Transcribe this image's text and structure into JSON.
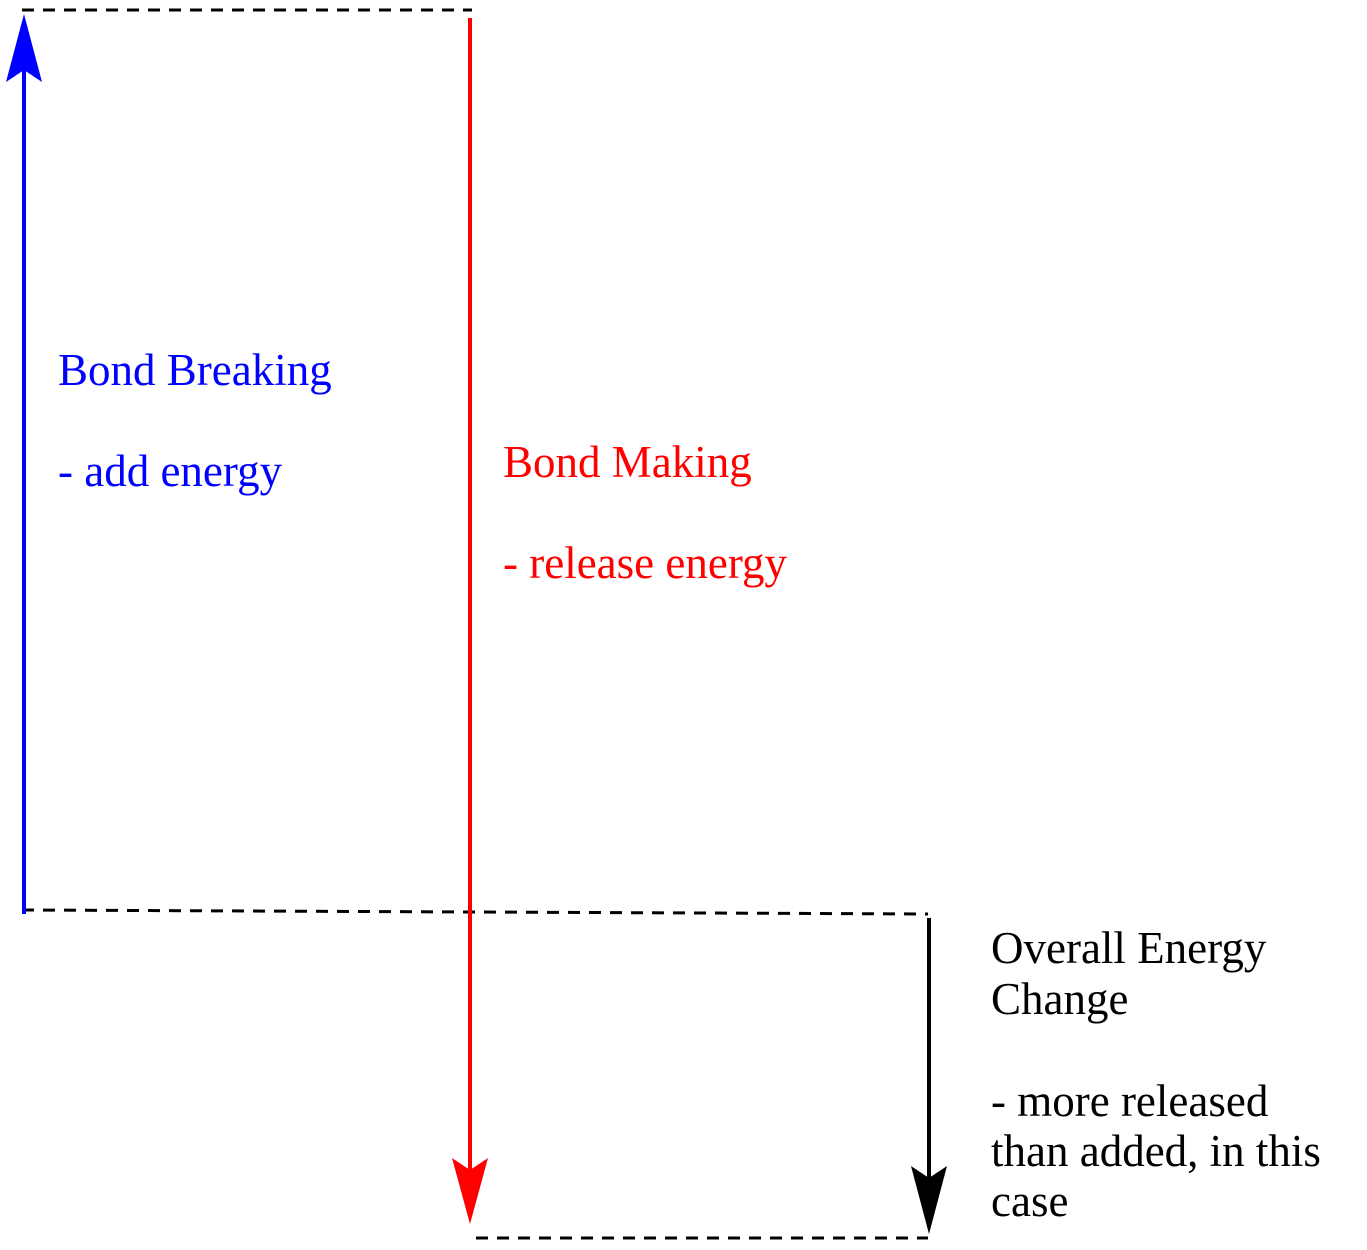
{
  "colors": {
    "bond_breaking": "#0000ff",
    "bond_making": "#ff0000",
    "overall": "#000000"
  },
  "bond_breaking": {
    "title": "Bond Breaking",
    "note": "- add energy"
  },
  "bond_making": {
    "title": "Bond Making",
    "note": "- release energy"
  },
  "overall": {
    "lines": [
      "Overall Energy",
      "Change",
      "",
      "- more released",
      "than added, in this",
      "case"
    ]
  }
}
